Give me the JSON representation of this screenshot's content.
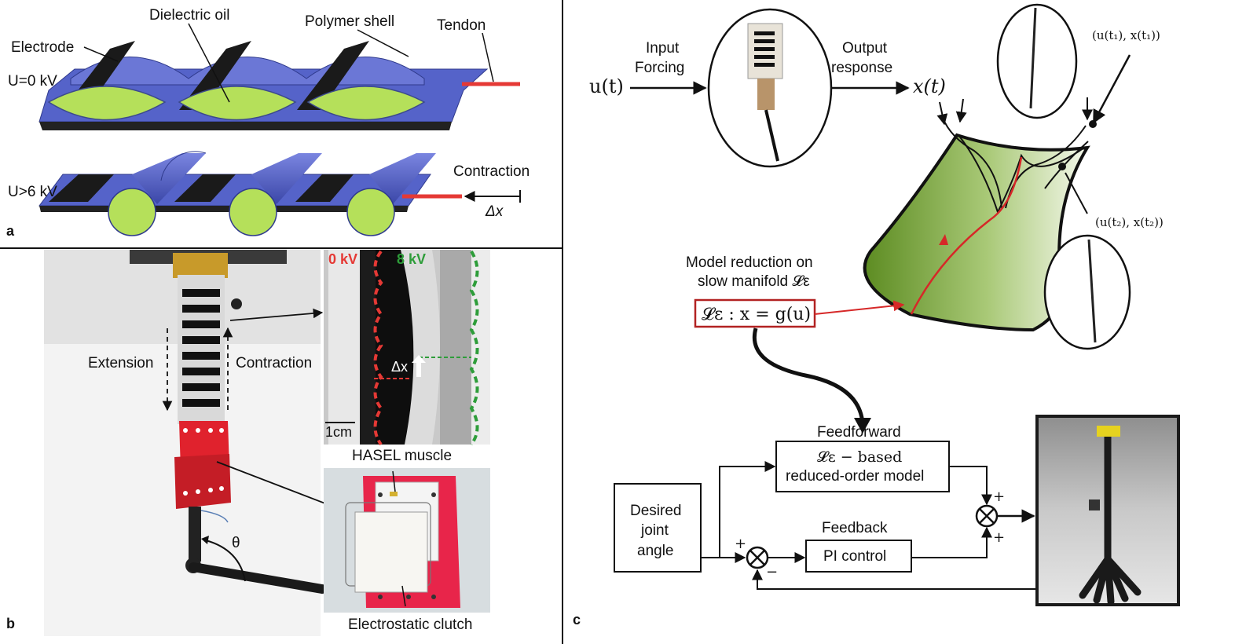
{
  "panel_a": {
    "letter": "a",
    "electrode": "Electrode",
    "dielectric_oil": "Dielectric oil",
    "polymer_shell": "Polymer shell",
    "tendon": "Tendon",
    "u0": "U=0 kV",
    "u6": "U>6 kV",
    "contraction": "Contraction",
    "delta_x": "Δx"
  },
  "panel_b": {
    "letter": "b",
    "extension": "Extension",
    "contraction": "Contraction",
    "theta": "θ",
    "kv0": "0 kV",
    "kv8": "8 kV",
    "delta_x": "Δx",
    "scale": "1cm",
    "hasel": "HASEL muscle",
    "clutch": "Electrostatic clutch"
  },
  "panel_c": {
    "letter": "c",
    "u_t": "u(t)",
    "input_forcing_1": "Input",
    "input_forcing_2": "Forcing",
    "output_response_1": "Output",
    "output_response_2": "response",
    "x_t": "x(t)",
    "point1": "(u(t₁), x(t₁))",
    "point2": "(u(t₂), x(t₂))",
    "model_reduction_1": "Model reduction on",
    "model_reduction_2": "slow manifold 𝓛ε",
    "manifold_eq": "𝓛ε : x = g(u)",
    "feedforward": "Feedforward",
    "ff_box_1": "𝓛ε −  based",
    "ff_box_2": "reduced-order model",
    "desired_1": "Desired",
    "desired_2": "joint",
    "desired_3": "angle",
    "feedback": "Feedback",
    "pi_control": "PI control",
    "plus": "+",
    "minus": "−"
  },
  "colors": {
    "electrode": "#1a1a1a",
    "shell": "#5360c8",
    "oil": "#b5e05a",
    "tendon": "#e53935",
    "manifold": "#6e9a2c",
    "clutch_red": "#e8254a"
  }
}
